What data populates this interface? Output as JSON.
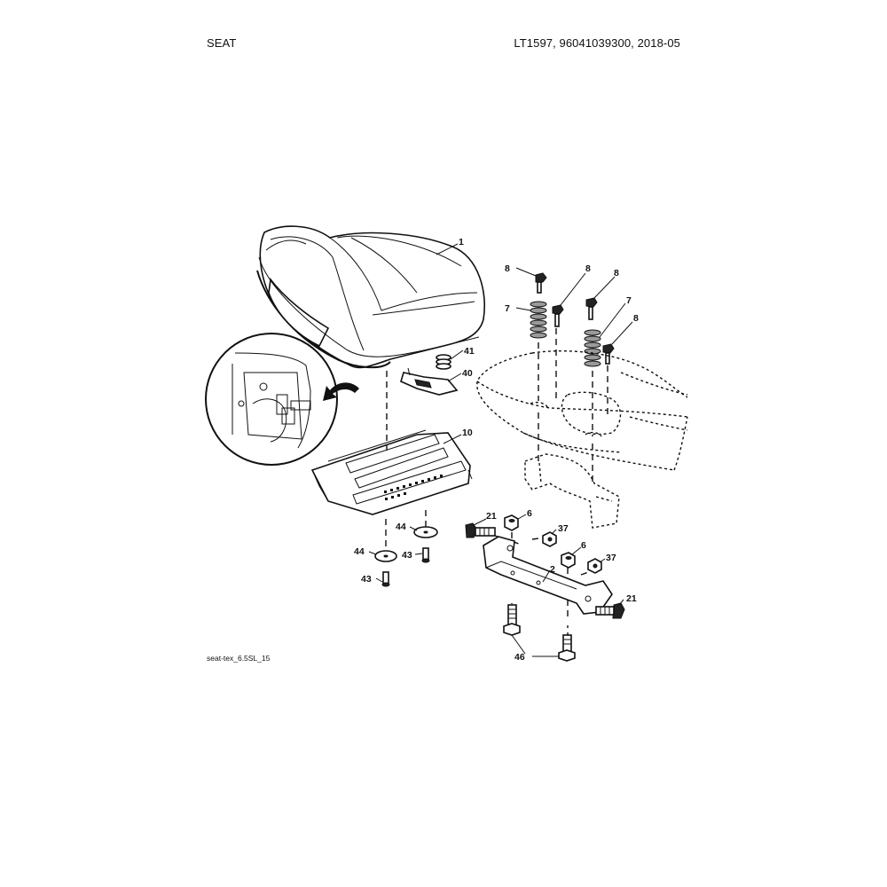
{
  "header": {
    "section": "SEAT",
    "reference": "LT1597, 96041039300, 2018-05"
  },
  "diagram": {
    "file_label": "seat-tex_6.5SL_15",
    "callouts": {
      "seat": "1",
      "spring_left": "7",
      "spring_right": "7",
      "bolt_a": "8",
      "bolt_b": "8",
      "bolt_c": "8",
      "bolt_d": "8",
      "spring_small": "41",
      "clip": "40",
      "seat_pan": "10",
      "washer_right": "44",
      "washer_left": "44",
      "screw_right": "43",
      "screw_left": "43",
      "bolt_21_left": "21",
      "bolt_21_right": "21",
      "nut_6_a": "6",
      "nut_6_b": "6",
      "nut_37_a": "37",
      "nut_37_b": "37",
      "bracket": "2",
      "bolt_46": "46"
    }
  }
}
